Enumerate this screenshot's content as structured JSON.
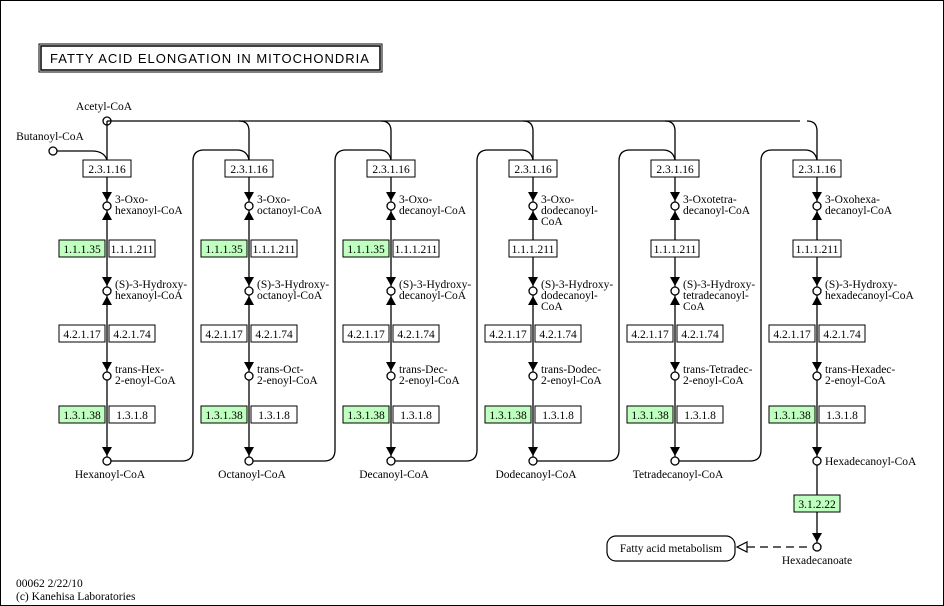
{
  "title": "FATTY ACID ELONGATION IN MITOCHONDRIA",
  "footer": {
    "map_id": "00062 2/22/10",
    "copyright": "(c) Kanehisa Laboratories"
  },
  "colors": {
    "enzyme_present": "#bfffbf",
    "enzyme_absent": "#ffffff",
    "line": "#000000"
  },
  "start_compounds": {
    "acetyl": "Acetyl-CoA",
    "butanoyl": "Butanoyl-CoA"
  },
  "columns": [
    {
      "condensation": "2.3.1.16",
      "oxo": [
        "3-Oxo-",
        "hexanoyl-CoA"
      ],
      "reductase": [
        {
          "ec": "1.1.1.35",
          "present": true
        },
        {
          "ec": "1.1.1.211",
          "present": false
        }
      ],
      "hydroxy": [
        "(S)-3-Hydroxy-",
        "hexanoyl-CoA"
      ],
      "hydratase": [
        {
          "ec": "4.2.1.17",
          "present": false
        },
        {
          "ec": "4.2.1.74",
          "present": false
        }
      ],
      "enoyl": [
        "trans-Hex-",
        "2-enoyl-CoA"
      ],
      "enoyl_reductase": [
        {
          "ec": "1.3.1.38",
          "present": true
        },
        {
          "ec": "1.3.1.8",
          "present": false
        }
      ],
      "product": "Hexanoyl-CoA"
    },
    {
      "condensation": "2.3.1.16",
      "oxo": [
        "3-Oxo-",
        "octanoyl-CoA"
      ],
      "reductase": [
        {
          "ec": "1.1.1.35",
          "present": true
        },
        {
          "ec": "1.1.1.211",
          "present": false
        }
      ],
      "hydroxy": [
        "(S)-3-Hydroxy-",
        "octanoyl-CoA"
      ],
      "hydratase": [
        {
          "ec": "4.2.1.17",
          "present": false
        },
        {
          "ec": "4.2.1.74",
          "present": false
        }
      ],
      "enoyl": [
        "trans-Oct-",
        "2-enoyl-CoA"
      ],
      "enoyl_reductase": [
        {
          "ec": "1.3.1.38",
          "present": true
        },
        {
          "ec": "1.3.1.8",
          "present": false
        }
      ],
      "product": "Octanoyl-CoA"
    },
    {
      "condensation": "2.3.1.16",
      "oxo": [
        "3-Oxo-",
        "decanoyl-CoA"
      ],
      "reductase": [
        {
          "ec": "1.1.1.35",
          "present": true
        },
        {
          "ec": "1.1.1.211",
          "present": false
        }
      ],
      "hydroxy": [
        "(S)-3-Hydroxy-",
        "decanoyl-CoA"
      ],
      "hydratase": [
        {
          "ec": "4.2.1.17",
          "present": false
        },
        {
          "ec": "4.2.1.74",
          "present": false
        }
      ],
      "enoyl": [
        "trans-Dec-",
        "2-enoyl-CoA"
      ],
      "enoyl_reductase": [
        {
          "ec": "1.3.1.38",
          "present": true
        },
        {
          "ec": "1.3.1.8",
          "present": false
        }
      ],
      "product": "Decanoyl-CoA"
    },
    {
      "condensation": "2.3.1.16",
      "oxo": [
        "3-Oxo-",
        "dodecanoyl-",
        "CoA"
      ],
      "reductase": [
        {
          "ec": "1.1.1.211",
          "present": false
        }
      ],
      "hydroxy": [
        "(S)-3-Hydroxy-",
        "dodecanoyl-",
        "CoA"
      ],
      "hydratase": [
        {
          "ec": "4.2.1.17",
          "present": false
        },
        {
          "ec": "4.2.1.74",
          "present": false
        }
      ],
      "enoyl": [
        "trans-Dodec-",
        "2-enoyl-CoA"
      ],
      "enoyl_reductase": [
        {
          "ec": "1.3.1.38",
          "present": true
        },
        {
          "ec": "1.3.1.8",
          "present": false
        }
      ],
      "product": "Dodecanoyl-CoA"
    },
    {
      "condensation": "2.3.1.16",
      "oxo": [
        "3-Oxotetra-",
        "decanoyl-CoA"
      ],
      "reductase": [
        {
          "ec": "1.1.1.211",
          "present": false
        }
      ],
      "hydroxy": [
        "(S)-3-Hydroxy-",
        "tetradecanoyl-",
        "CoA"
      ],
      "hydratase": [
        {
          "ec": "4.2.1.17",
          "present": false
        },
        {
          "ec": "4.2.1.74",
          "present": false
        }
      ],
      "enoyl": [
        "trans-Tetradec-",
        "2-enoyl-CoA"
      ],
      "enoyl_reductase": [
        {
          "ec": "1.3.1.38",
          "present": true
        },
        {
          "ec": "1.3.1.8",
          "present": false
        }
      ],
      "product": "Tetradecanoyl-CoA"
    },
    {
      "condensation": "2.3.1.16",
      "oxo": [
        "3-Oxohexa-",
        "decanoyl-CoA"
      ],
      "reductase": [
        {
          "ec": "1.1.1.211",
          "present": false
        }
      ],
      "hydroxy": [
        "(S)-3-Hydroxy-",
        "hexadecanoyl-CoA"
      ],
      "hydratase": [
        {
          "ec": "4.2.1.17",
          "present": false
        },
        {
          "ec": "4.2.1.74",
          "present": false
        }
      ],
      "enoyl": [
        "trans-Hexadec-",
        "2-enoyl-CoA"
      ],
      "enoyl_reductase": [
        {
          "ec": "1.3.1.38",
          "present": true
        },
        {
          "ec": "1.3.1.8",
          "present": false
        }
      ],
      "product": "Hexadecanoyl-CoA"
    }
  ],
  "thioesterase": {
    "ec": "3.1.2.22",
    "present": true
  },
  "final_product": "Hexadecanoate",
  "linked_pathway": "Fatty acid metabolism"
}
